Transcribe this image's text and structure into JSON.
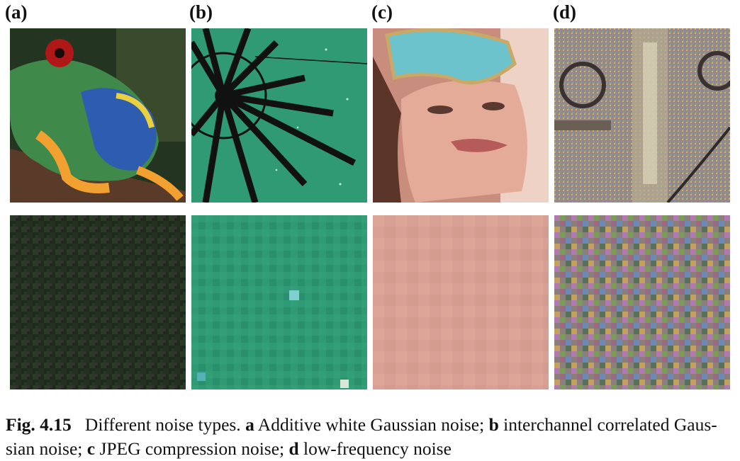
{
  "figure": {
    "panels": [
      {
        "label": "(a)",
        "id": "a"
      },
      {
        "label": "(b)",
        "id": "b"
      },
      {
        "label": "(c)",
        "id": "c"
      },
      {
        "label": "(d)",
        "id": "d"
      }
    ],
    "caption": {
      "fig_number": "Fig. 4.15",
      "intro": "Different noise types.",
      "items": [
        {
          "key": "a",
          "text": "Additive white Gaussian noise;"
        },
        {
          "key": "b",
          "text": "interchannel correlated Gaus-sian noise;"
        },
        {
          "key": "c",
          "text": "JPEG compression noise;"
        },
        {
          "key": "d",
          "text": "low-frequency noise"
        }
      ]
    },
    "colors": {
      "a_bg": "#1f2a1c",
      "b_bg": "#2f9a73",
      "c_bg": "#d9a195",
      "d_bg": "#8a7f7a"
    }
  }
}
